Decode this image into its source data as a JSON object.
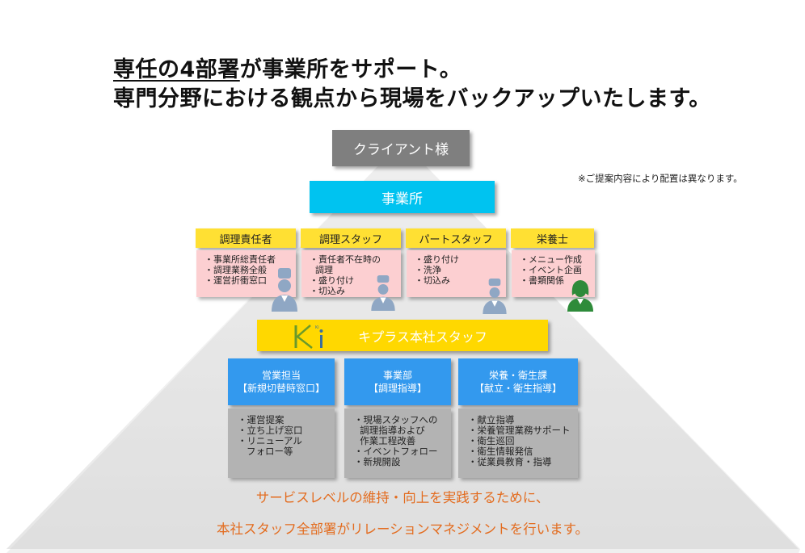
{
  "title": {
    "line1_underlined": "専任の4部署",
    "line1_rest": "が事業所をサポート。",
    "line2": "専門分野における観点から現場をバックアップいたします。"
  },
  "client_label": "クライアント様",
  "note": "※ご提案内容により配置は異なります。",
  "office_label": "事業所",
  "roles": [
    {
      "title": "調理責任者",
      "duties": "・事業所総責任者\n・調理業務全般\n・運営折衝窓口"
    },
    {
      "title": "調理スタッフ",
      "duties": "・責任者不在時の\n  調理\n・盛り付け\n・切込み"
    },
    {
      "title": "パートスタッフ",
      "duties": "・盛り付け\n・洗浄\n・切込み"
    },
    {
      "title": "栄養士",
      "duties": "・メニュー作成\n・イベント企画\n・書類関係"
    }
  ],
  "hq_label": "キプラス本社スタッフ",
  "logo_text": "Ki",
  "departments": [
    {
      "name": "営業担当",
      "sub": "【新規切替時窓口】",
      "duties": "・運営提案\n・立ち上げ窓口\n・リニューアル\n   フォロー等"
    },
    {
      "name": "事業部",
      "sub": "【調理指導】",
      "duties": "・現場スタッフへの\n  調理指導および\n  作業工程改善\n・イベントフォロー\n・新規開設"
    },
    {
      "name": "栄養・衛生課",
      "sub": "【献立・衛生指導】",
      "duties": "・献立指導\n・栄養管理業務サポート\n・衛生巡回\n・衛生情報発信\n・従業員教育・指導"
    }
  ],
  "footer": {
    "line1": "サービスレベルの維持・向上を実践するために、",
    "line2": "本社スタッフ全部署がリレーションマネジメントを行います。"
  },
  "colors": {
    "client": "#7f7f7f",
    "office": "#00c3f0",
    "role_header": "#ffe033",
    "role_body": "#fccfd1",
    "hq": "#ffd800",
    "dept_header": "#3399ee",
    "dept_body": "#b3b3b3",
    "footer_text": "#e36c1f",
    "person_gray": "#8fa7c4",
    "person_green": "#2e8b3a"
  },
  "icons": [
    "chef-icon",
    "chef-icon",
    "chef-icon",
    "nutritionist-icon"
  ]
}
